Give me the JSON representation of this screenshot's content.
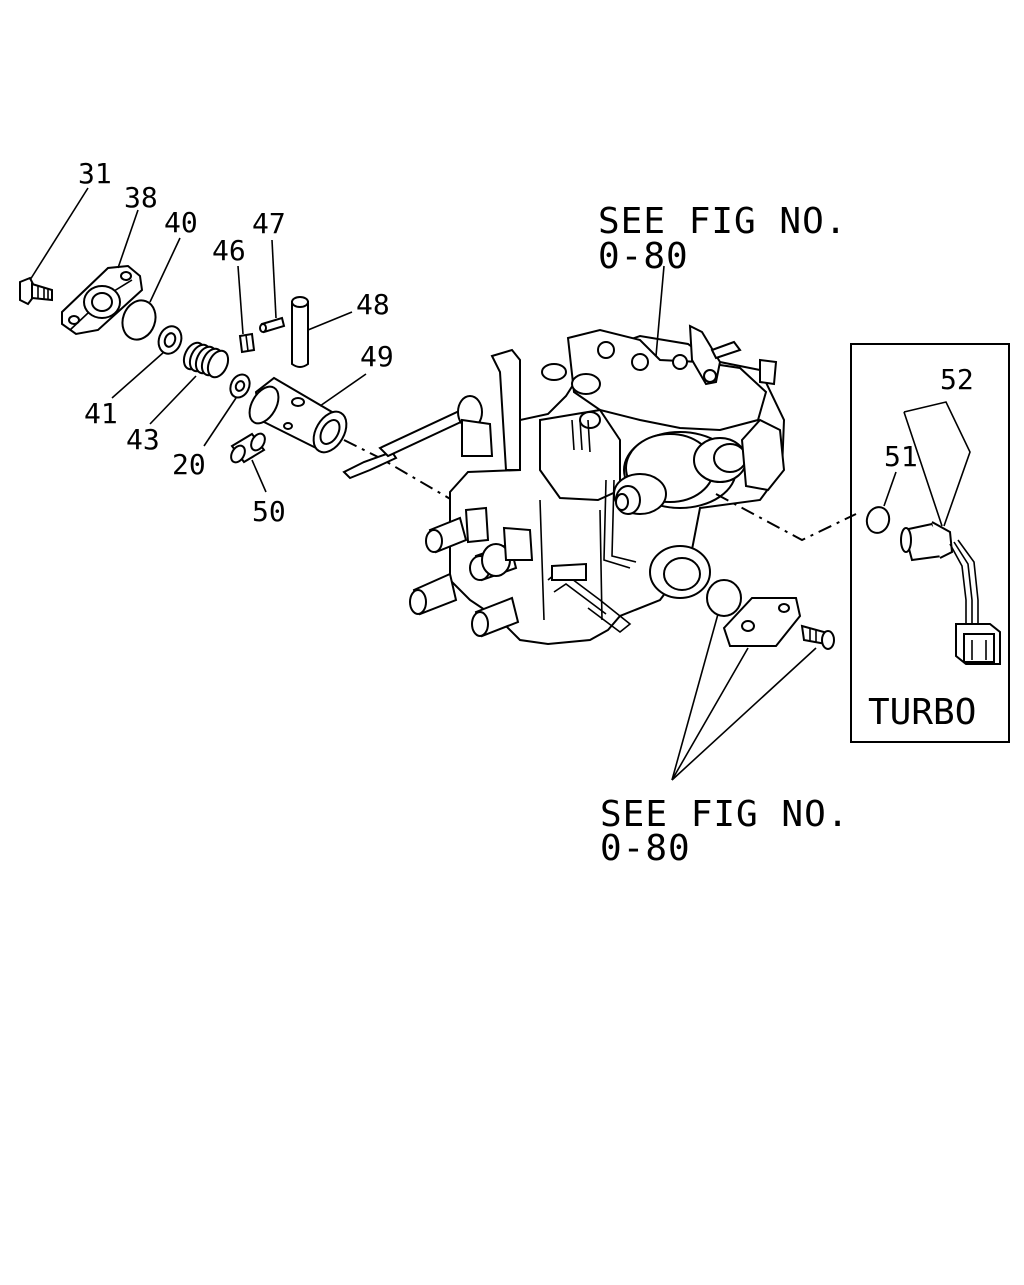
{
  "callouts": {
    "c31": "31",
    "c38": "38",
    "c40": "40",
    "c41": "41",
    "c43": "43",
    "c20": "20",
    "c46": "46",
    "c47": "47",
    "c48": "48",
    "c49": "49",
    "c50": "50",
    "c51": "51",
    "c52": "52"
  },
  "references": {
    "top_line1": "SEE FIG NO.",
    "top_line2": "0-80",
    "bottom_line1": "SEE FIG NO.",
    "bottom_line2": "0-80"
  },
  "turbo_box": {
    "label": "TURBO"
  }
}
